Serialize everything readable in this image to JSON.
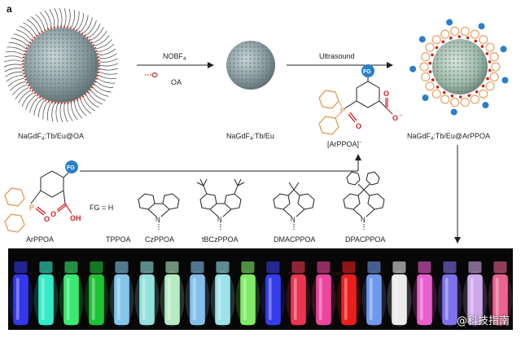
{
  "panel_label": "a",
  "step1": {
    "reagent_top": "NOBF",
    "reagent_top_sub": "4",
    "reagent_bottom": "OA"
  },
  "step2": {
    "label": "Ultrasound"
  },
  "nanoparticles": {
    "np1": {
      "pre": "NaGdF",
      "sub": "4",
      "post": ":Tb/Eu@OA"
    },
    "np2": {
      "pre": "NaGdF",
      "sub": "4",
      "post": ":Tb/Eu"
    },
    "np3": {
      "pre": "NaGdF",
      "sub": "4",
      "post": ":Tb/Eu@ArPPOA"
    }
  },
  "ligand_center": {
    "name": "[ArPPOA]",
    "charge": "−",
    "fg": "FG",
    "atom_p": "P",
    "atom_o": "O",
    "carbonyl_o": "O",
    "anion_o": "O",
    "anion_charge": "−"
  },
  "ligand_left": {
    "name": "ArPPOA",
    "fg": "FG",
    "atom_p": "P",
    "atom_o": "O",
    "carbonyl_o": "O",
    "oh": "OH"
  },
  "fg_definition": "FG = H",
  "compounds": [
    {
      "name": "TPPOA"
    },
    {
      "name": "CzPPOA"
    },
    {
      "name": "tBCzPPOA"
    },
    {
      "name": "DMACPPOA"
    },
    {
      "name": "DPACPPOA"
    }
  ],
  "atom_n": "N",
  "vials": [
    {
      "color": "#3a3cff"
    },
    {
      "color": "#38ffd8"
    },
    {
      "color": "#3dff7a"
    },
    {
      "color": "#1fd43a"
    },
    {
      "color": "#8fd8ff"
    },
    {
      "color": "#9ef5f0"
    },
    {
      "color": "#c6ffd6"
    },
    {
      "color": "#8fcfff"
    },
    {
      "color": "#a8f6ff"
    },
    {
      "color": "#8cff70"
    },
    {
      "color": "#3a42ff"
    },
    {
      "color": "#ff3a58"
    },
    {
      "color": "#ff4ca8"
    },
    {
      "color": "#ff2020"
    },
    {
      "color": "#7aa6ff"
    },
    {
      "color": "#ffffff"
    },
    {
      "color": "#ff66e0"
    },
    {
      "color": "#8a7aff"
    },
    {
      "color": "#e0b8ff"
    },
    {
      "color": "#ff6aa0"
    }
  ],
  "watermark": "@科技指南",
  "colors": {
    "oxygen_red": "#d12020",
    "phenyl_orange": "#e8a060",
    "fg_blue": "#2b7fc9",
    "np_gray": "#8c9ea3",
    "arrow": "#222222"
  }
}
